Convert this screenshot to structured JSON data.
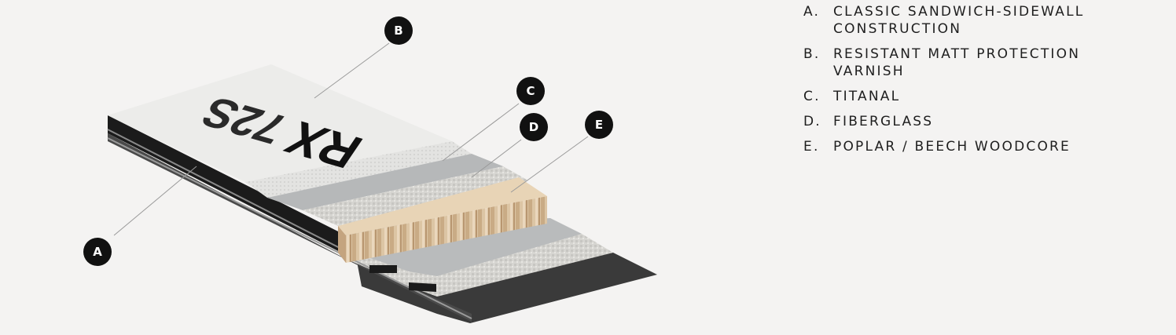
{
  "logo": {
    "text": "RX",
    "text_light": "72S"
  },
  "callouts": [
    {
      "key": "a",
      "letter": "A"
    },
    {
      "key": "b",
      "letter": "B"
    },
    {
      "key": "c",
      "letter": "C"
    },
    {
      "key": "d",
      "letter": "D"
    },
    {
      "key": "e",
      "letter": "E"
    }
  ],
  "legend": [
    {
      "key": "A.",
      "text": "CLASSIC SANDWICH-SIDEWALL CONSTRUCTION"
    },
    {
      "key": "B.",
      "text": "RESISTANT MATT PROTECTION VARNISH"
    },
    {
      "key": "C.",
      "text": "TITANAL"
    },
    {
      "key": "D.",
      "text": "FIBERGLASS"
    },
    {
      "key": "E.",
      "text": "POPLAR / BEECH WOODCORE"
    }
  ],
  "colors": {
    "background": "#f4f3f2",
    "top_sheet": "#ececea",
    "varnish": "#dcdcda",
    "titanal": "#b6b8b9",
    "fiberglass": "#d7d6d2",
    "wood": "#ddc7a8",
    "base": "#3b3b3b",
    "sidewall": "#1b1b1b",
    "badge": "#111111"
  }
}
